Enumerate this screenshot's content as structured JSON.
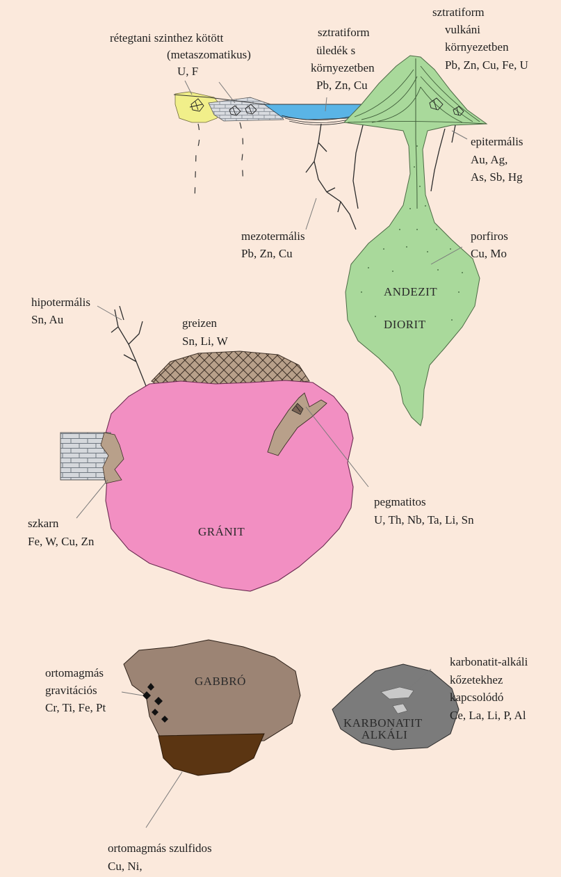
{
  "colors": {
    "background": "#fbe9dc",
    "andesite": "#a9d99b",
    "granite": "#f28fc2",
    "gabbro": "#9c8474",
    "sulfide": "#5b3512",
    "carbonatite": "#7b7b7b",
    "greisen": "#b8a08a",
    "sediment_water": "#5ab4e6",
    "uranium_zone": "#f1ef8a",
    "limestone": "#d5d8dc"
  },
  "labels": {
    "strat_bound_1": "rétegtani szinthez kötött",
    "strat_bound_2": "(metaszomatikus)",
    "strat_bound_3": "U,   F",
    "strat_sed_1": "sztratiform",
    "strat_sed_2": "üledék s",
    "strat_sed_3": "környezetben",
    "strat_sed_4": "Pb, Zn, Cu",
    "strat_volc_1": "sztratiform",
    "strat_volc_2": "vulkáni",
    "strat_volc_3": "környezetben",
    "strat_volc_4": "Pb, Zn, Cu, Fe, U",
    "epithermal_1": "epitermális",
    "epithermal_2": "Au, Ag,",
    "epithermal_3": "As, Sb, Hg",
    "mesothermal_1": "mezotermális",
    "mesothermal_2": "Pb, Zn, Cu",
    "porphyry_1": "porfiros",
    "porphyry_2": "Cu, Mo",
    "andesite": "ANDEZIT",
    "diorite": "DIORIT",
    "hypothermal_1": "hipotermális",
    "hypothermal_2": "Sn, Au",
    "greisen_1": "greizen",
    "greisen_2": "Sn, Li, W",
    "pegmatite_1": "pegmatitos",
    "pegmatite_2": "U, Th, Nb, Ta, Li, Sn",
    "skarn_1": "szkarn",
    "skarn_2": "Fe, W, Cu, Zn",
    "granite": "GRÁNIT",
    "gabbro": "GABBRÓ",
    "orthomagmatic_grav_1": "ortomagmás",
    "orthomagmatic_grav_2": "gravitációs",
    "orthomagmatic_grav_3": "Cr, Ti, Fe, Pt",
    "orthomagmatic_sulf_1": "ortomagmás szulfidos",
    "orthomagmatic_sulf_2": "Cu, Ni,",
    "carbonatite_1": "KARBONATIT",
    "carbonatite_2": "ALKÁLI",
    "carb_alk_1": "karbonatit-alkáli",
    "carb_alk_2": "kőzetekhez",
    "carb_alk_3": "kapcsolódó",
    "carb_alk_4": "Ce, La, Li, P, Al"
  }
}
